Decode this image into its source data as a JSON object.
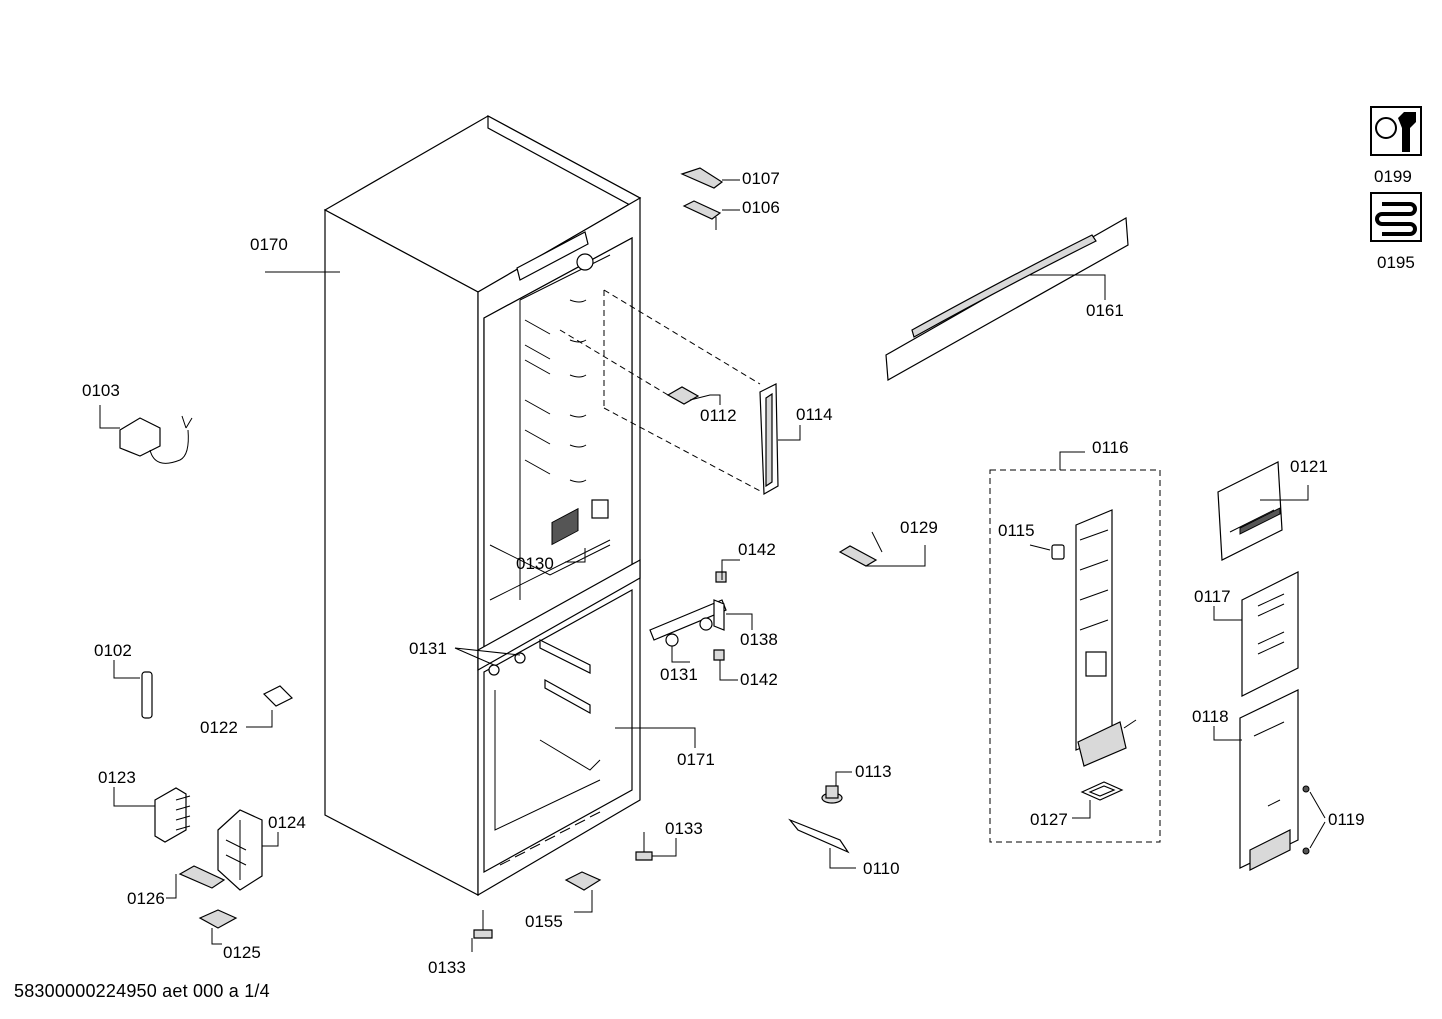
{
  "diagram": {
    "labels": {
      "0170": "0170",
      "0107": "0107",
      "0106": "0106",
      "0161": "0161",
      "0199": "0199",
      "0195": "0195",
      "0103": "0103",
      "0112": "0112",
      "0114": "0114",
      "0116": "0116",
      "0121": "0121",
      "0115": "0115",
      "0129": "0129",
      "0130": "0130",
      "0142a": "0142",
      "0138": "0138",
      "0131a": "0131",
      "0131b": "0131",
      "0142b": "0142",
      "0102": "0102",
      "0117": "0117",
      "0122": "0122",
      "0171": "0171",
      "0118": "0118",
      "0113": "0113",
      "0123": "0123",
      "0124": "0124",
      "0133a": "0133",
      "0119": "0119",
      "0127": "0127",
      "0110": "0110",
      "0126": "0126",
      "0155": "0155",
      "0125": "0125",
      "0133b": "0133"
    },
    "icons": [
      "service-wrench-icon",
      "refrigerant-coil-icon"
    ]
  },
  "footer": {
    "doc_id": "58300000224950 aet 000 a 1/4"
  }
}
